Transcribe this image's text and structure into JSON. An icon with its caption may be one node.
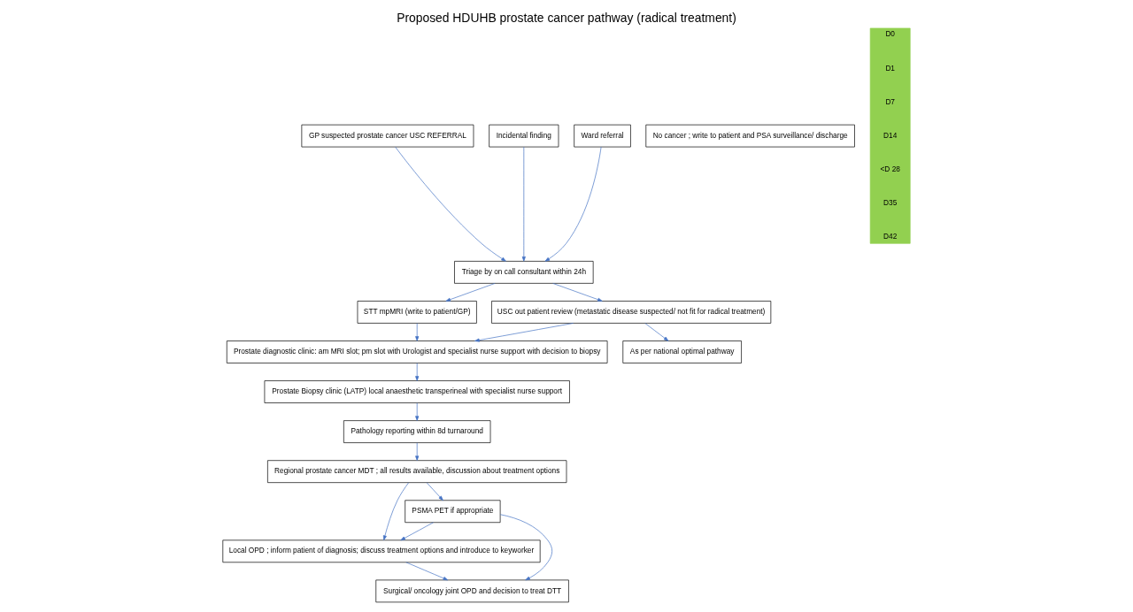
{
  "diagram": {
    "title": "Proposed HDUHB prostate cancer pathway (radical treatment)",
    "nodes": [
      {
        "text": [
          "GP suspected prostate cancer USC REFERRAL"
        ]
      },
      {
        "text": [
          "Incidental finding"
        ]
      },
      {
        "text": [
          "Ward referral"
        ]
      },
      {
        "text": [
          "Triage by on call consultant within 24h"
        ]
      },
      {
        "text": [
          "STT mpMRI (write to patient/GP)"
        ]
      },
      {
        "text": [
          "USC out patient review (metastatic disease suspected/ not fit for radical treatment)"
        ]
      },
      {
        "text": [
          "As per national optimal pathway"
        ]
      },
      {
        "text": [
          "Prostate diagnostic clinic: am MRI slot; pm slot with Urologist and specialist nurse support with decision to biopsy"
        ]
      },
      {
        "text": [
          "Prostate Biopsy clinic (LATP) local anaesthetic transperineal with specialist nurse support"
        ]
      },
      {
        "text": [
          "Pathology reporting within 8d turnaround"
        ]
      },
      {
        "text": [
          "No cancer ; write to patient and PSA surveillance/ discharge"
        ]
      },
      {
        "text": [
          "Regional prostate cancer MDT ; all results available, discussion about treatment options"
        ]
      },
      {
        "text": [
          "PSMA PET if appropriate"
        ]
      },
      {
        "text": [
          "Local OPD ; inform patient of diagnosis; discuss treatment options and introduce to keyworker"
        ]
      },
      {
        "text": [
          "Surgical/ oncology joint OPD and decision to treat DTT"
        ]
      },
      {
        "text": [
          "D0",
          "D1",
          "D7",
          "D14",
          "<D 28",
          "D35",
          "D42"
        ]
      }
    ],
    "edges": [
      {
        "from": 0,
        "to": 3,
        "arrow": "to"
      },
      {
        "from": 1,
        "to": 3,
        "arrow": "to"
      },
      {
        "from": 2,
        "to": 3,
        "arrow": "to"
      },
      {
        "from": 3,
        "to": 4,
        "arrow": "to"
      },
      {
        "from": 3,
        "to": 5,
        "arrow": "to"
      },
      {
        "from": 5,
        "to": 6,
        "arrow": "to"
      },
      {
        "from": 4,
        "to": 7,
        "arrow": "to"
      },
      {
        "from": 5,
        "to": 7,
        "arrow": "to"
      },
      {
        "from": 7,
        "to": 8,
        "arrow": "to"
      },
      {
        "from": 8,
        "to": 9,
        "arrow": "to"
      },
      {
        "from": 9,
        "to": 11,
        "arrow": "to"
      },
      {
        "from": 11,
        "to": 12,
        "arrow": "to"
      },
      {
        "from": 12,
        "to": 13,
        "arrow": "to"
      },
      {
        "from": 11,
        "to": 13,
        "arrow": "to"
      },
      {
        "from": 13,
        "to": 14,
        "arrow": "to"
      },
      {
        "from": 12,
        "to": 14,
        "arrow": "to"
      }
    ]
  }
}
